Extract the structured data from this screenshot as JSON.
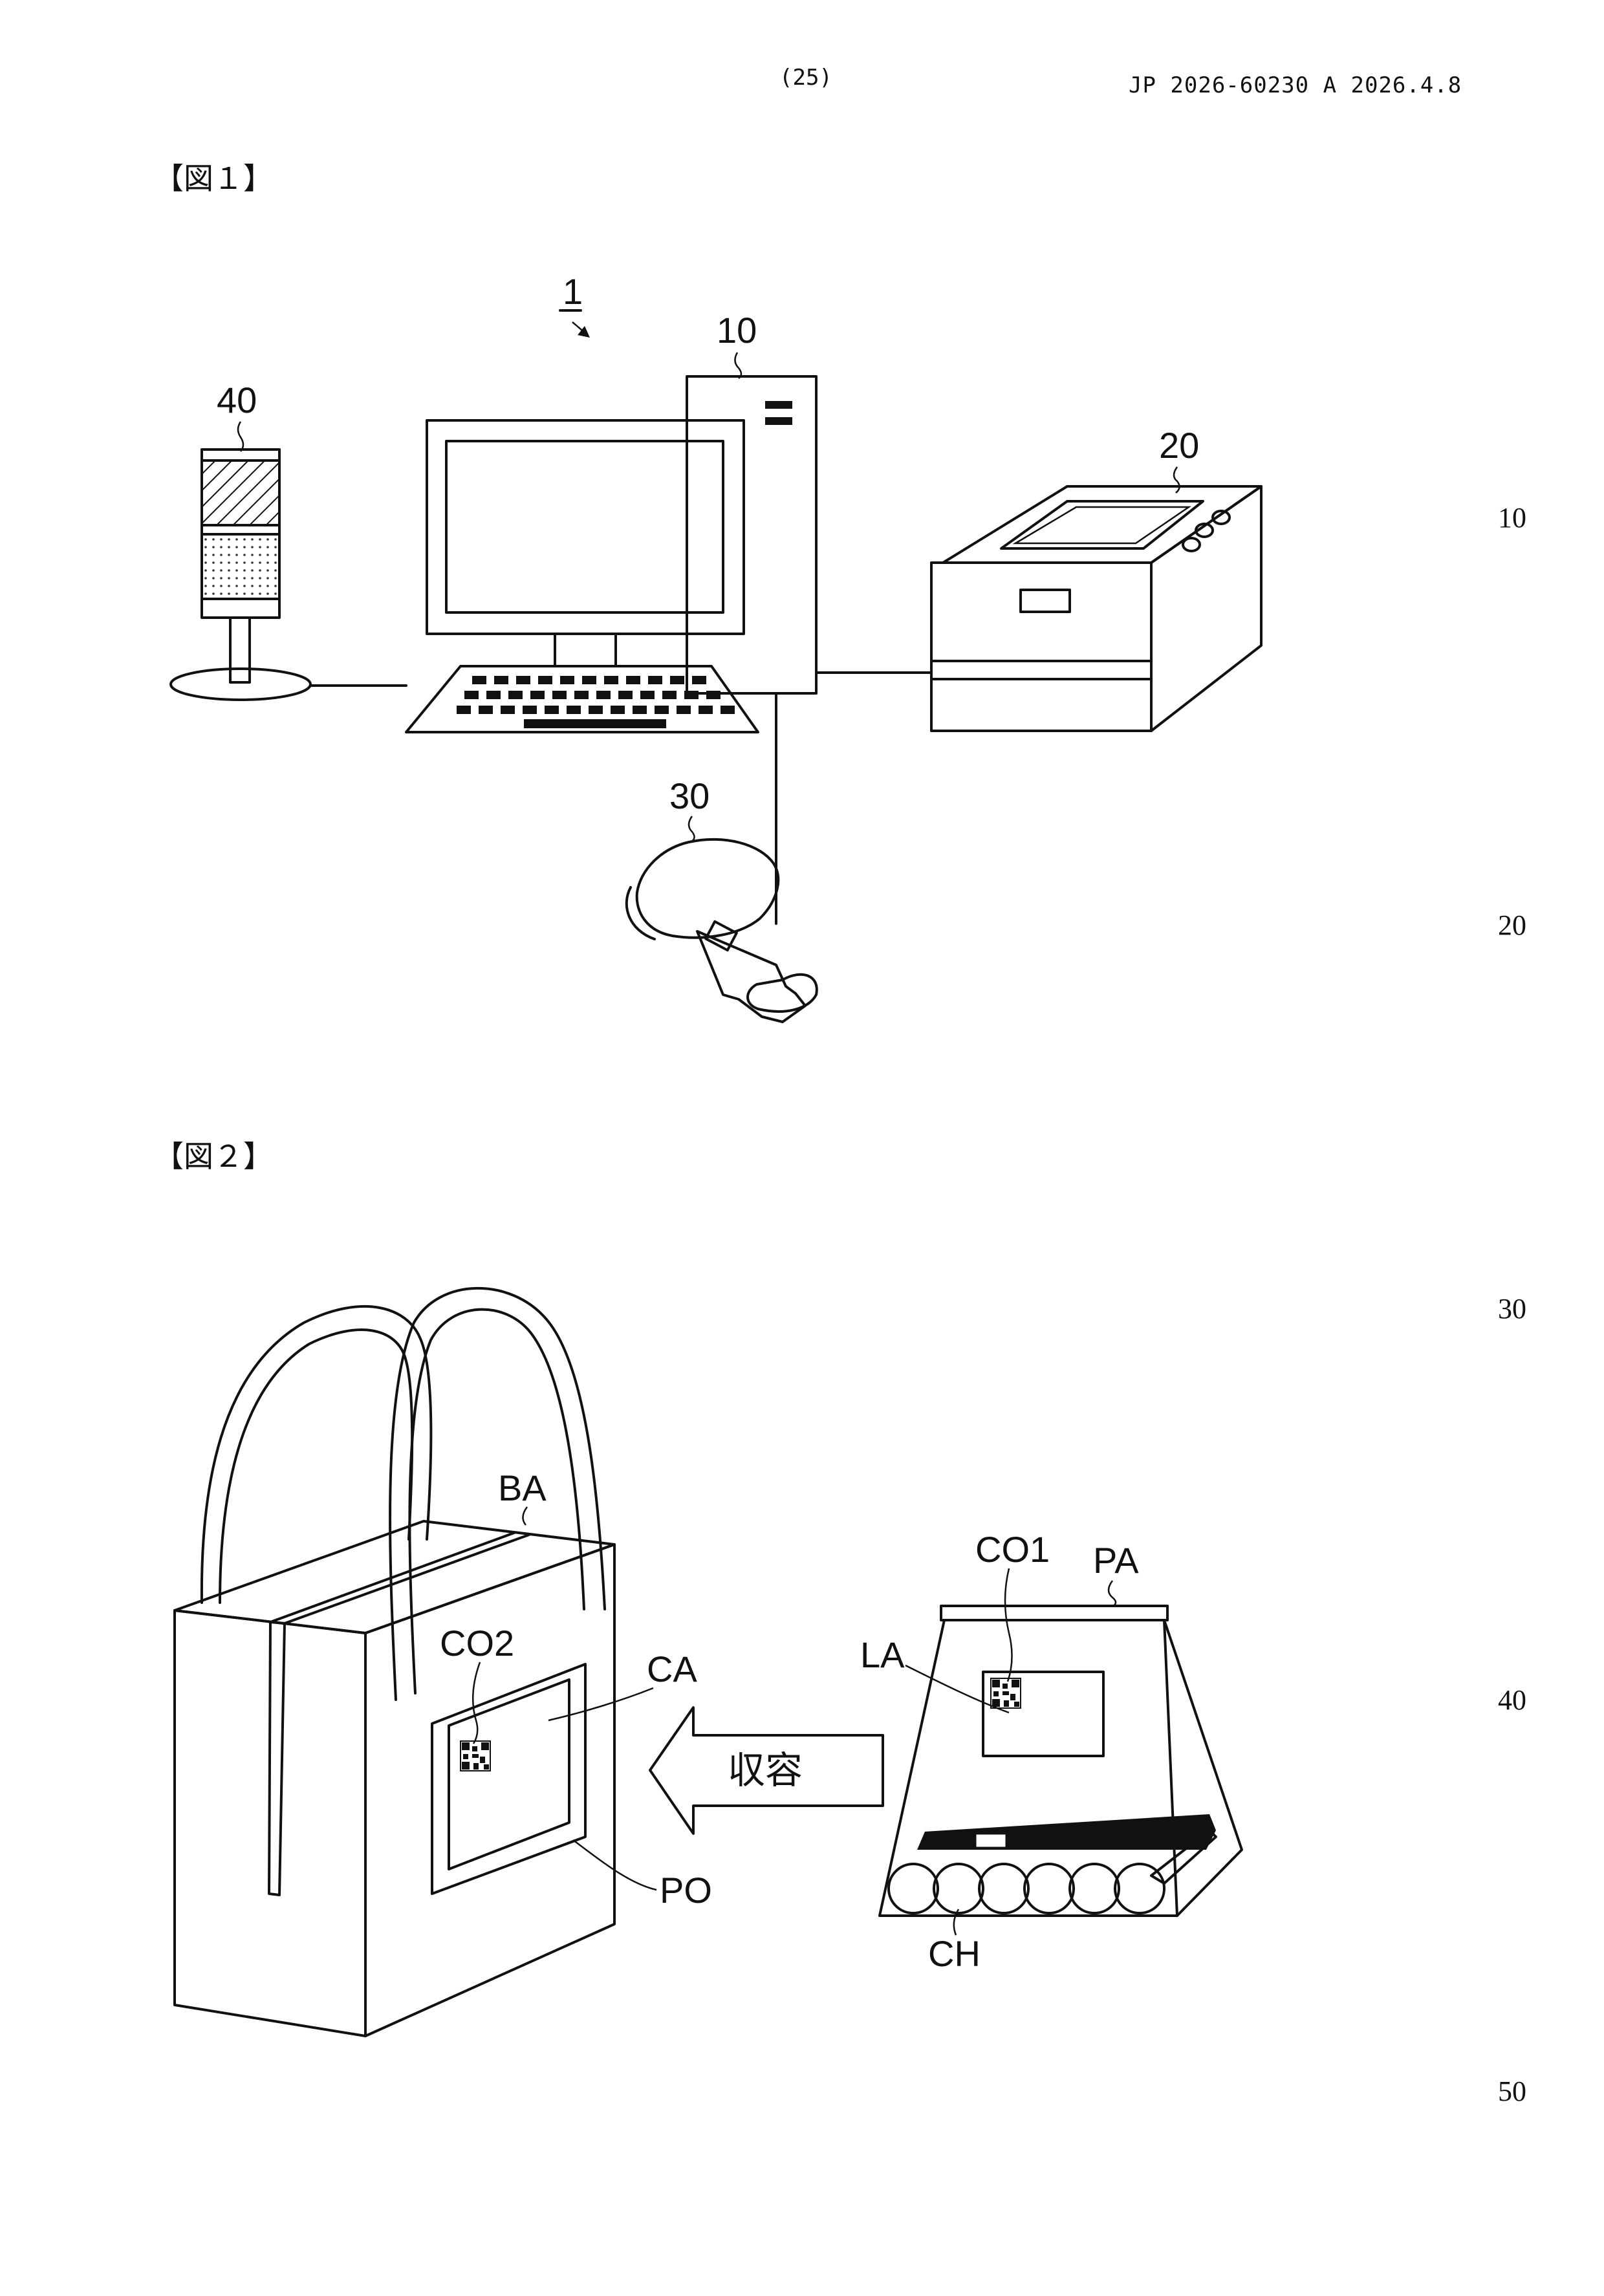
{
  "header": {
    "page_number": "(25)",
    "publication": "JP  2026-60230  A  2026.4.8"
  },
  "figures": {
    "fig1": {
      "label": "【図１】",
      "refs": {
        "system": "1",
        "computer": "10",
        "printer": "20",
        "scanner": "30",
        "signal_tower": "40"
      }
    },
    "fig2": {
      "label": "【図２】",
      "refs": {
        "bag": "BA",
        "bag_code": "CO2",
        "card_area": "CA",
        "pocket": "PO",
        "package_code": "CO1",
        "package": "PA",
        "label_area": "LA",
        "contents": "CH"
      },
      "arrow_text": "収容"
    }
  },
  "margin_line_numbers": [
    "10",
    "20",
    "30",
    "40",
    "50"
  ]
}
